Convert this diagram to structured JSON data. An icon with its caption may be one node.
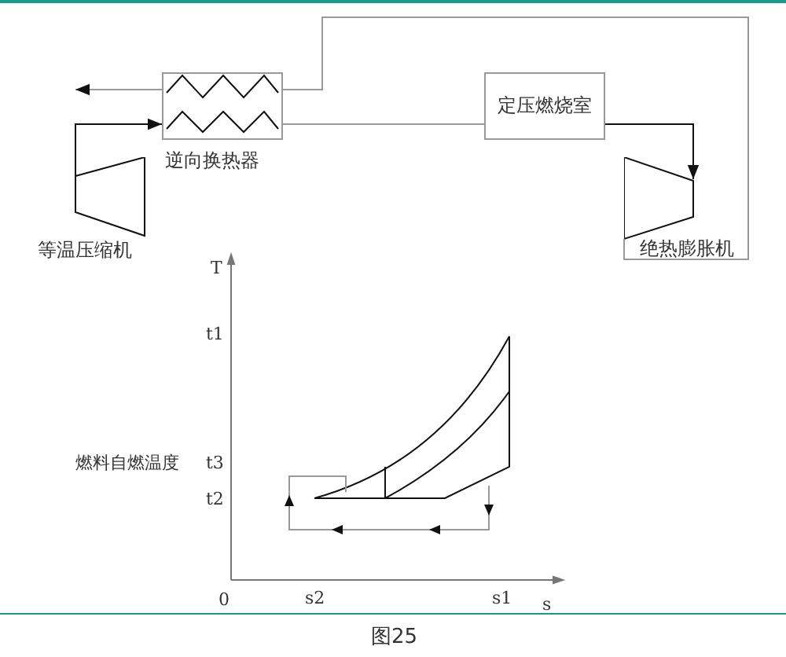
{
  "diagram": {
    "caption": "图25",
    "nodes": [
      {
        "text": [
          "逆向换热器"
        ]
      },
      {
        "text": [
          "定压燃烧室"
        ]
      },
      {
        "text": [
          "等温压缩机"
        ]
      },
      {
        "text": [
          "绝热膨胀机"
        ]
      }
    ],
    "edges": [
      {
        "from": 2,
        "to": 0,
        "arrow": "to",
        "color": "#111111"
      },
      {
        "from": 0,
        "to": 1,
        "arrow": "none"
      },
      {
        "from": 1,
        "to": 3,
        "arrow": "to",
        "color": "#111111"
      },
      {
        "from": 3,
        "to": 0,
        "arrow": "none"
      },
      {
        "from": 0,
        "to": null,
        "arrow": "to"
      }
    ],
    "labels": [
      "T",
      "t1",
      "燃料自燃温度",
      "t3",
      "t2",
      "0",
      "s2",
      "s1",
      "s"
    ]
  }
}
